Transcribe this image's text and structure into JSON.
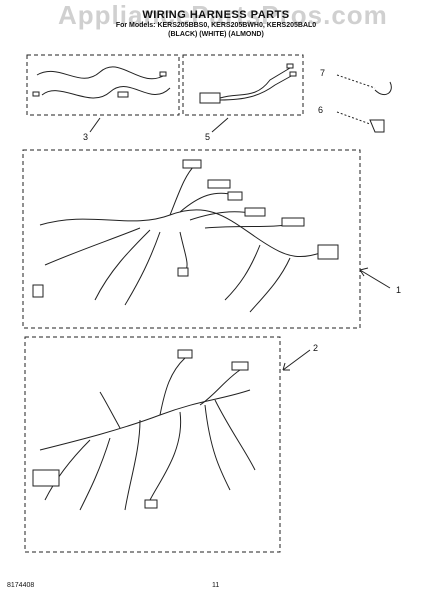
{
  "watermark": "AppliancePartsPros.com",
  "header": {
    "title": "WIRING HARNESS PARTS",
    "models_line": "For Models: KERS205BBS0, KERS205BWH0, KERS205BAL0",
    "colors_line": "(BLACK)          (WHITE)          (ALMOND)"
  },
  "callouts": {
    "c1": "1",
    "c2": "2",
    "c3": "3",
    "c5": "5",
    "c6": "6",
    "c7": "7"
  },
  "footer": {
    "doc_number": "8174408",
    "page_number": "11"
  }
}
